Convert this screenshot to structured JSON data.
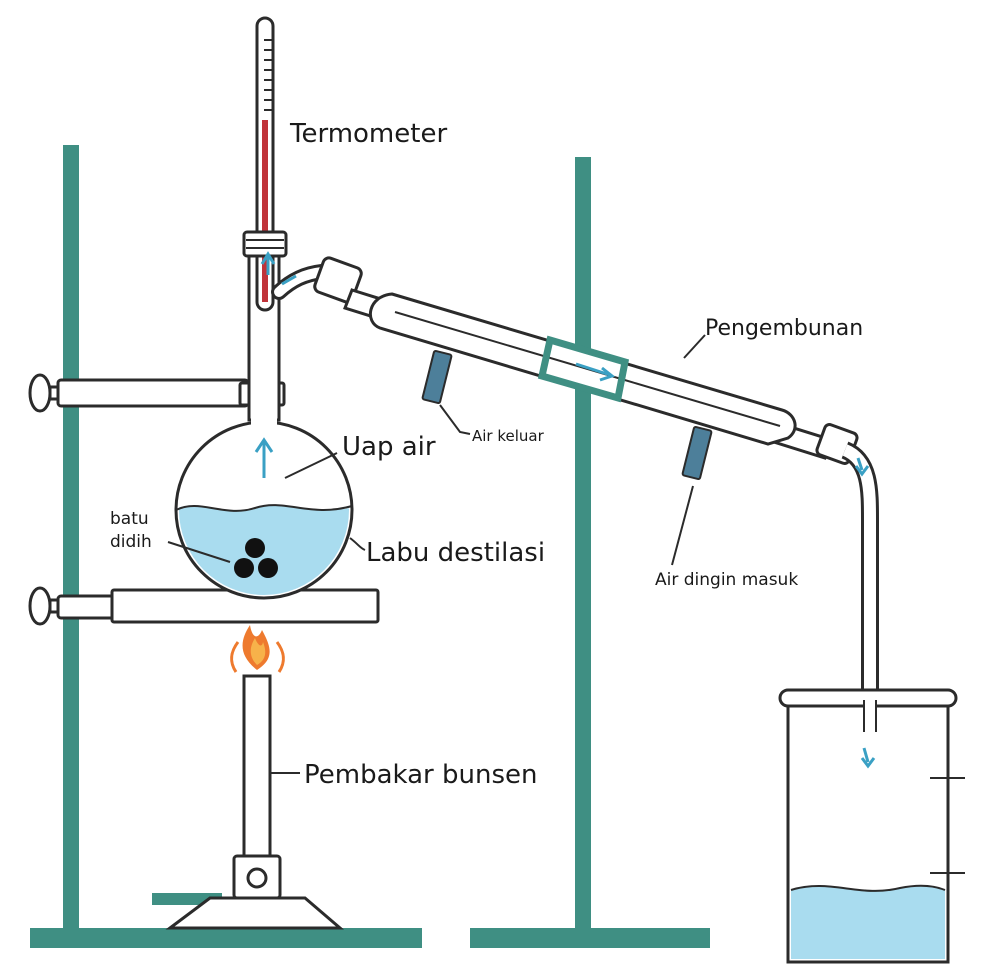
{
  "labels": {
    "thermometer": "Termometer",
    "condenser": "Pengembunan",
    "water_out": "Air keluar",
    "water_in": "Air dingin masuk",
    "vapor": "Uap air",
    "boiling_stones_line1": "batu",
    "boiling_stones_line2": "didih",
    "flask": "Labu destilasi",
    "burner": "Pembakar bunsen"
  },
  "colors": {
    "stand": "#3f8f83",
    "water": "#a9dcef",
    "arrow": "#3aa0c4",
    "mercury": "#c0333a",
    "flame": "#ee7a2e",
    "hose": "#4d7f9a"
  },
  "icons": {
    "flame": "flame-icon",
    "boiling_stones": "boiling-stones-icon"
  }
}
